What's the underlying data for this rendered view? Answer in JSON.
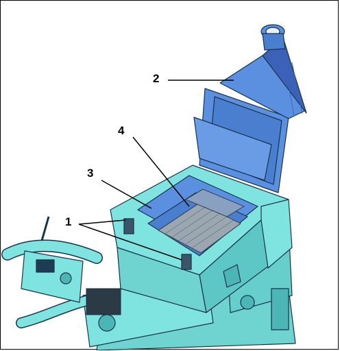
{
  "callouts": [
    {
      "id": "1",
      "label": "1"
    },
    {
      "id": "2",
      "label": "2"
    },
    {
      "id": "3",
      "label": "3"
    },
    {
      "id": "4",
      "label": "4"
    }
  ],
  "colors": {
    "machine_body": "#7fe4df",
    "machine_dark": "#4cb5b5",
    "hopper": "#5b8fe0",
    "hopper_dark": "#3b62b8",
    "outline": "#17334a",
    "leader": "#000000"
  }
}
